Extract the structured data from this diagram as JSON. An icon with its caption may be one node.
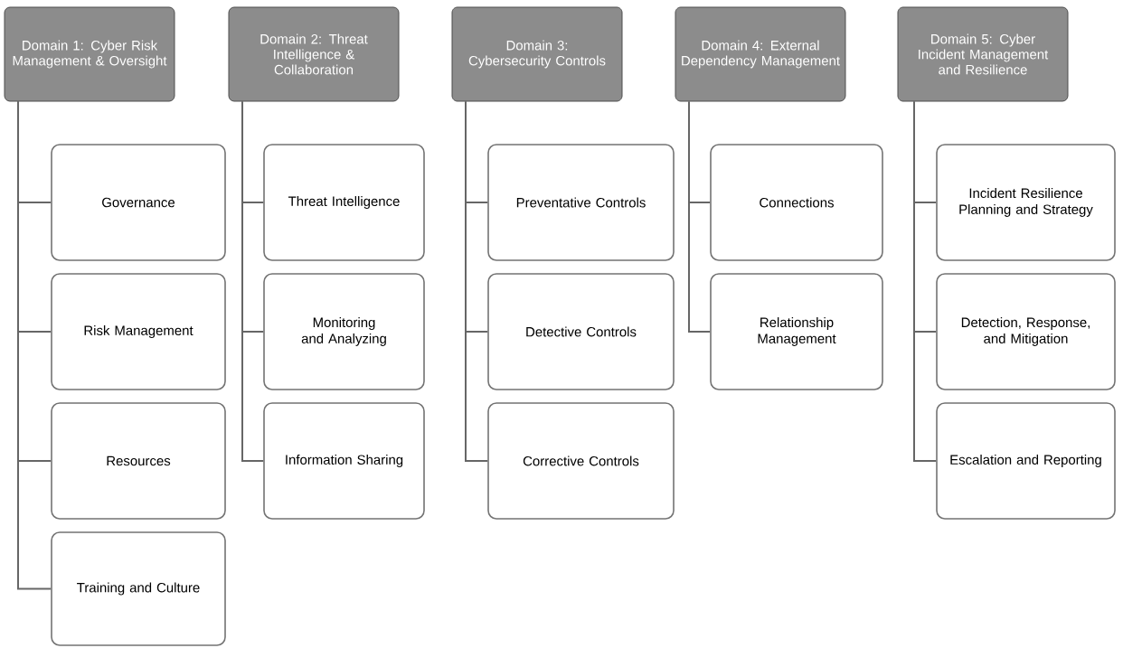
{
  "diagram": {
    "nodes": [
      {
        "text": [
          "Domain 1: Cyber Risk Management & Oversight"
        ]
      },
      {
        "text": [
          "Governance"
        ]
      },
      {
        "text": [
          "Risk Management"
        ]
      },
      {
        "text": [
          "Resources"
        ]
      },
      {
        "text": [
          "Training and Culture"
        ]
      },
      {
        "text": [
          "Domain 2: Threat Intelligence & Collaboration"
        ]
      },
      {
        "text": [
          "Threat Intelligence"
        ]
      },
      {
        "text": [
          "Monitoring and Analyzing"
        ]
      },
      {
        "text": [
          "Information Sharing"
        ]
      },
      {
        "text": [
          "Domain 3: Cybersecurity Controls"
        ]
      },
      {
        "text": [
          "Preventative Controls"
        ]
      },
      {
        "text": [
          "Detective Controls"
        ]
      },
      {
        "text": [
          "Corrective Controls"
        ]
      },
      {
        "text": [
          "Domain 4: External Dependency Management"
        ]
      },
      {
        "text": [
          "Connections"
        ]
      },
      {
        "text": [
          "Relationship Management"
        ]
      },
      {
        "text": [
          "Domain 5: Cyber Incident Management and Resilience"
        ]
      },
      {
        "text": [
          "Incident Resilience Planning and Strategy"
        ]
      },
      {
        "text": [
          "Detection, Response, and Mitigation"
        ]
      },
      {
        "text": [
          "Escalation and Reporting"
        ]
      }
    ],
    "edges": [
      {
        "from": 0,
        "to": 1,
        "arrow": "none"
      },
      {
        "from": 0,
        "to": 2,
        "arrow": "none"
      },
      {
        "from": 0,
        "to": 3,
        "arrow": "none"
      },
      {
        "from": 0,
        "to": 4,
        "arrow": "none"
      },
      {
        "from": 5,
        "to": 6,
        "arrow": "none"
      },
      {
        "from": 5,
        "to": 7,
        "arrow": "none"
      },
      {
        "from": 5,
        "to": 8,
        "arrow": "none"
      },
      {
        "from": 9,
        "to": 10,
        "arrow": "none"
      },
      {
        "from": 9,
        "to": 11,
        "arrow": "none"
      },
      {
        "from": 9,
        "to": 12,
        "arrow": "none"
      },
      {
        "from": 13,
        "to": 14,
        "arrow": "none"
      },
      {
        "from": 13,
        "to": 15,
        "arrow": "none"
      },
      {
        "from": 16,
        "to": 17,
        "arrow": "none"
      },
      {
        "from": 16,
        "to": 18,
        "arrow": "none"
      },
      {
        "from": 16,
        "to": 19,
        "arrow": "none"
      }
    ]
  }
}
